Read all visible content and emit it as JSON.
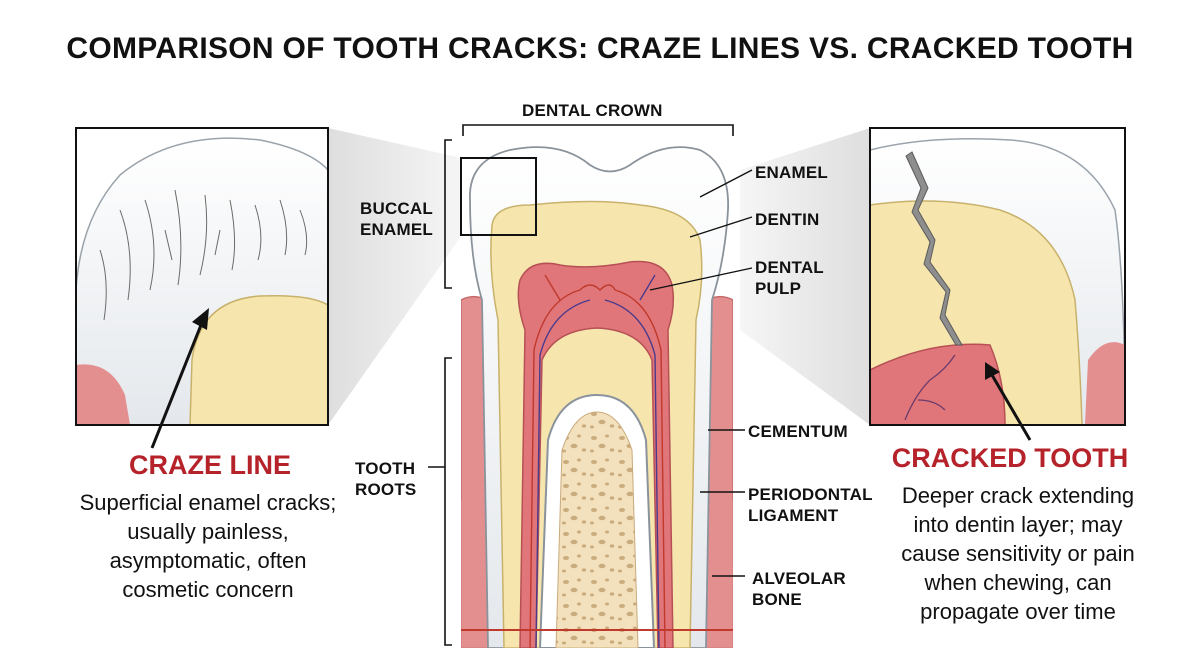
{
  "title": "COMPARISON OF TOOTH CRACKS: CRAZE LINES VS. CRACKED TOOTH",
  "labels": {
    "dental_crown": "DENTAL CROWN",
    "buccal_enamel": "BUCCAL\nENAMEL",
    "enamel": "ENAMEL",
    "dentin": "DENTIN",
    "dental_pulp": "DENTAL\nPULP",
    "cementum": "CEMENTUM",
    "tooth_roots": "TOOTH\nROOTS",
    "periodontal_ligament": "PERIODONTAL\nLIGAMENT",
    "alveolar_bone": "ALVEOLAR\nBONE"
  },
  "left_panel": {
    "title": "CRAZE LINE",
    "description": "Superficial enamel cracks;\nusually painless,\nasymptomatic, often\ncosmetic concern"
  },
  "right_panel": {
    "title": "CRACKED TOOTH",
    "description": "Deeper crack extending\ninto dentin layer; may\ncause sensitivity or pain\nwhen chewing, can\npropagate over time"
  },
  "colors": {
    "enamel": "#f1f3f5",
    "dentin": "#f6e6ae",
    "pulp": "#e0767a",
    "gum": "#e48f8f",
    "bone": "#f3e0bd",
    "crack": "#8e8e8e",
    "accent_red": "#b5222a"
  }
}
